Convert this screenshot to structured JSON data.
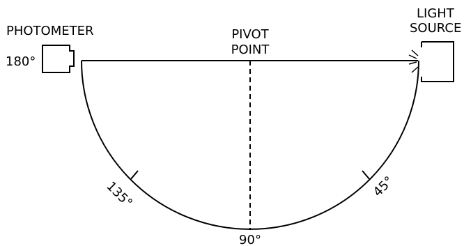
{
  "labels": {
    "photometer": "PHOTOMETER",
    "light_source_line1": "LIGHT",
    "light_source_line2": "SOURCE",
    "pivot_line1": "PIVOT",
    "pivot_line2": "POINT",
    "angle_180": "180°",
    "angle_135": "135°",
    "angle_90": "90°",
    "angle_45": "45°"
  },
  "colors": {
    "stroke": "#000000",
    "background": "#ffffff"
  }
}
